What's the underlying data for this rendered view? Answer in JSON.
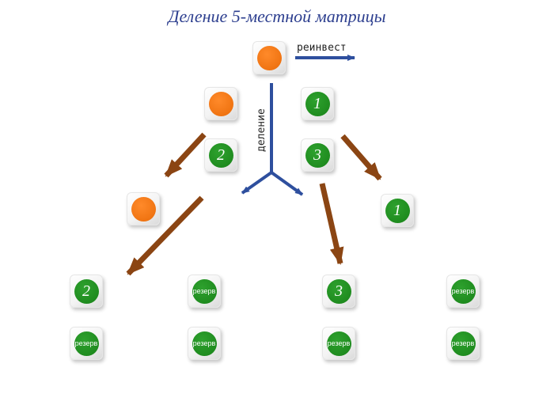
{
  "title": "Деление 5-местной матрицы",
  "labels": {
    "reinvest": "реинвест",
    "division": "деление"
  },
  "colors": {
    "orange": "#f07412",
    "green": "#1f8c1f",
    "blue_arrow": "#2e4f9e",
    "brown_arrow": "#8b4513",
    "title": "#2d3f8f"
  },
  "nodes": [
    {
      "id": "top",
      "color": "orange",
      "text": ""
    },
    {
      "id": "left-upper",
      "color": "orange",
      "text": ""
    },
    {
      "id": "right-upper-1",
      "color": "green",
      "text": "1"
    },
    {
      "id": "left-middle-2",
      "color": "green",
      "text": "2"
    },
    {
      "id": "right-middle-3",
      "color": "green",
      "text": "3"
    },
    {
      "id": "left-lower",
      "color": "orange",
      "text": ""
    },
    {
      "id": "right-lower-1",
      "color": "green",
      "text": "1"
    },
    {
      "id": "bottom-1-2",
      "color": "green",
      "text": "2"
    },
    {
      "id": "bottom-2-reserve",
      "color": "green",
      "text": "резерв"
    },
    {
      "id": "bottom-3-3",
      "color": "green",
      "text": "3"
    },
    {
      "id": "bottom-4-reserve",
      "color": "green",
      "text": "резерв"
    },
    {
      "id": "bottom-5-reserve",
      "color": "green",
      "text": "резерв"
    },
    {
      "id": "bottom-6-reserve",
      "color": "green",
      "text": "резерв"
    },
    {
      "id": "bottom-7-reserve",
      "color": "green",
      "text": "резерв"
    },
    {
      "id": "bottom-8-reserve",
      "color": "green",
      "text": "резерв"
    }
  ]
}
